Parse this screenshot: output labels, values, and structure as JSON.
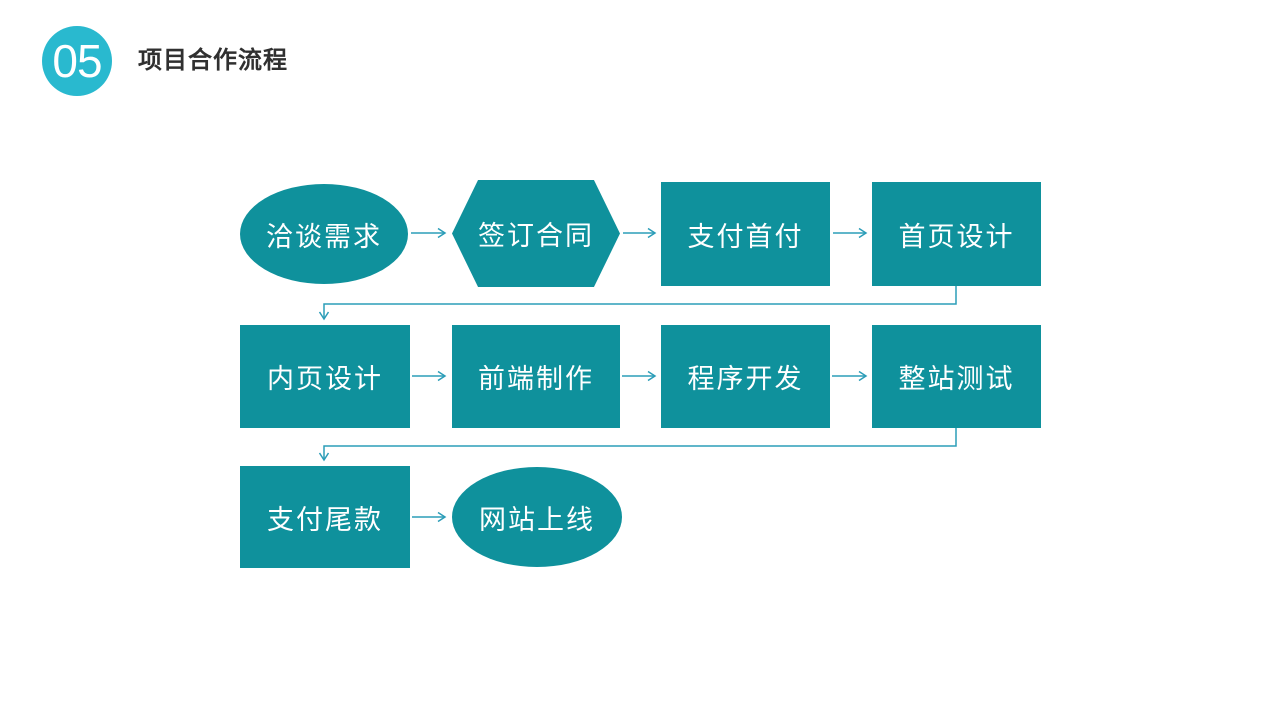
{
  "header": {
    "number": "05",
    "title": "项目合作流程"
  },
  "colors": {
    "background": "#FFFFFF",
    "shape_fill": "#0F919C",
    "badge_fill": "#29B9CF",
    "connector": "#2C9DB8",
    "title_text": "#303030",
    "shape_text": "#FFFFFF"
  },
  "flow": {
    "nodes": [
      {
        "id": "negotiate",
        "shape": "ellipse",
        "label": "洽谈需求"
      },
      {
        "id": "sign-contract",
        "shape": "hexagon",
        "label": "签订合同"
      },
      {
        "id": "pay-deposit",
        "shape": "rect",
        "label": "支付首付"
      },
      {
        "id": "homepage-design",
        "shape": "rect",
        "label": "首页设计"
      },
      {
        "id": "innerpage-design",
        "shape": "rect",
        "label": "内页设计"
      },
      {
        "id": "frontend-build",
        "shape": "rect",
        "label": "前端制作"
      },
      {
        "id": "program-dev",
        "shape": "rect",
        "label": "程序开发"
      },
      {
        "id": "site-testing",
        "shape": "rect",
        "label": "整站测试"
      },
      {
        "id": "pay-balance",
        "shape": "rect",
        "label": "支付尾款"
      },
      {
        "id": "site-launch",
        "shape": "ellipse",
        "label": "网站上线"
      }
    ]
  }
}
